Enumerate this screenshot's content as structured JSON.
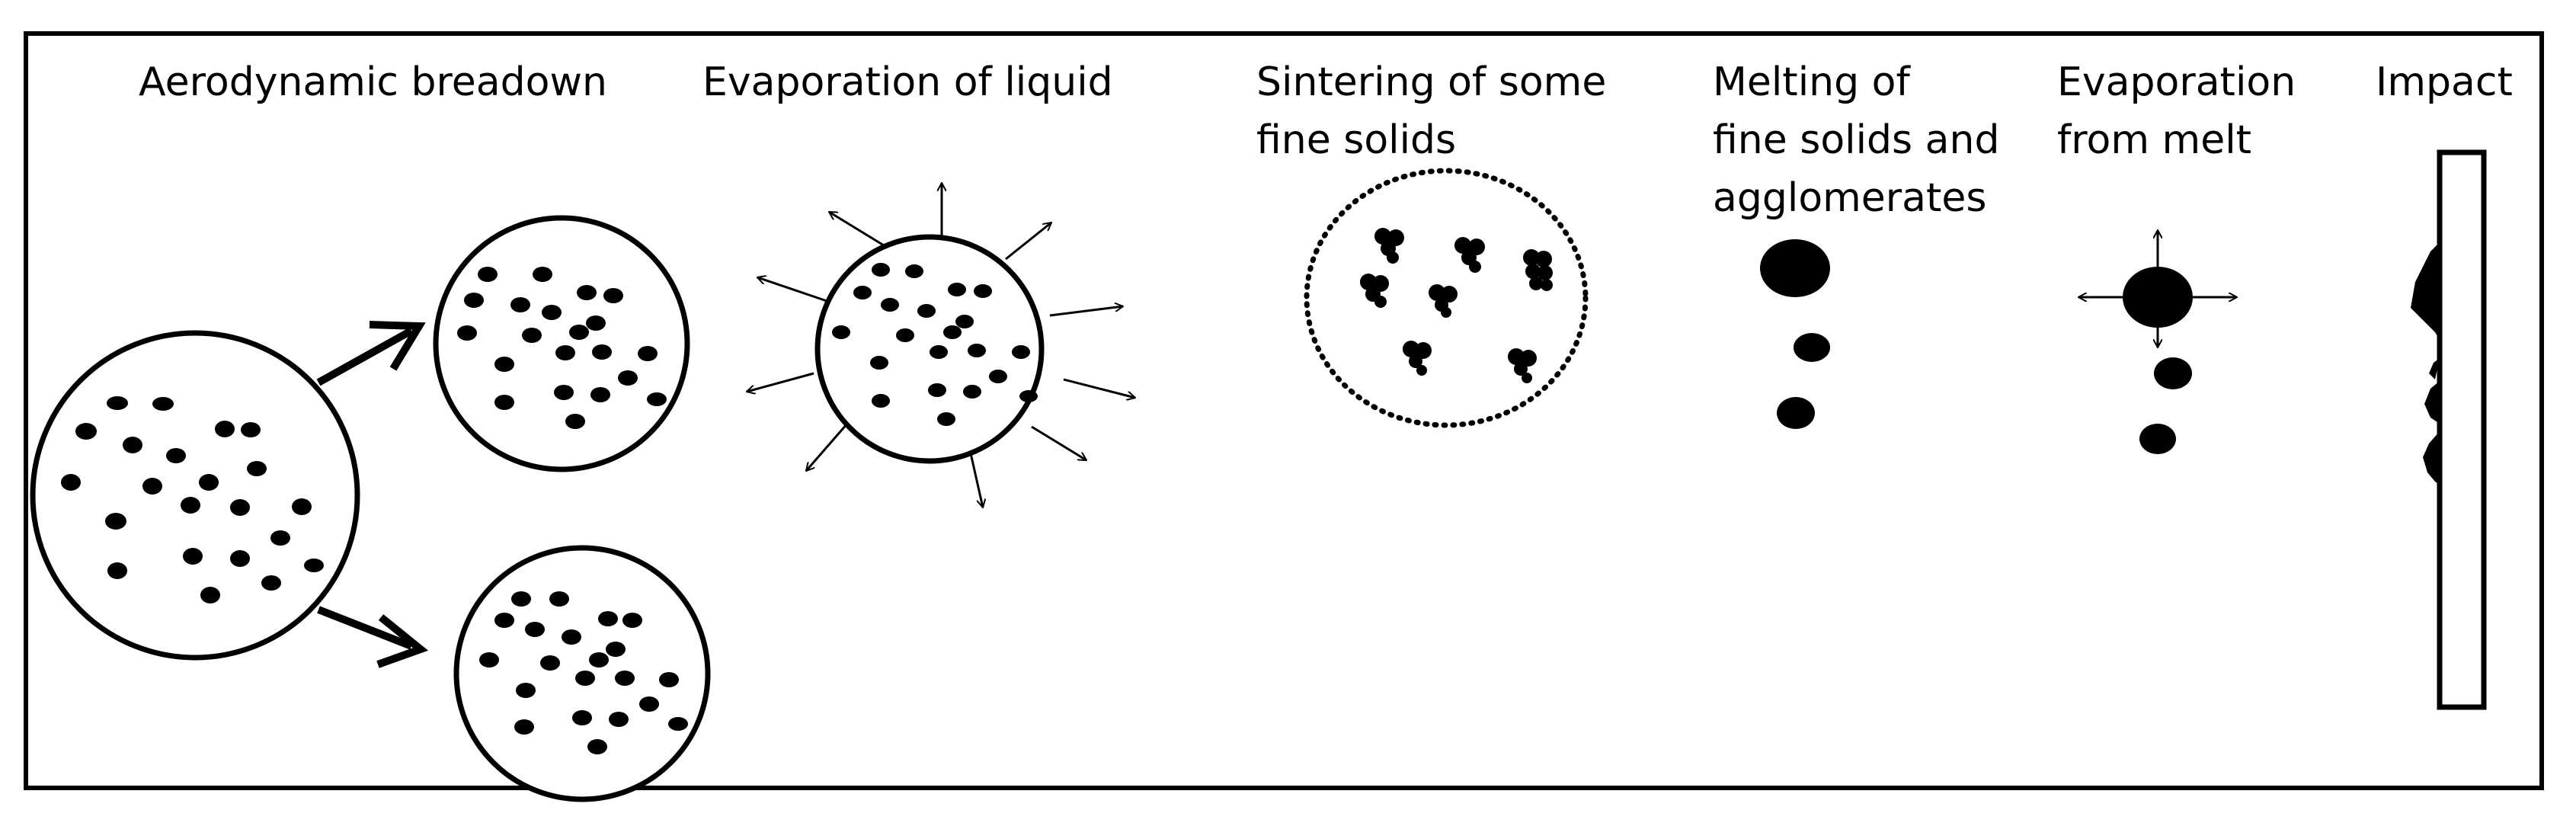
{
  "stages": [
    {
      "id": "aerodynamic",
      "label": "Aerodynamic breadown"
    },
    {
      "id": "evaporation-liquid",
      "label": "Evaporation of liquid"
    },
    {
      "id": "sintering",
      "label": "Sintering of some\nfine solids"
    },
    {
      "id": "melting",
      "label": "Melting of\nfine solids and\nagglomerates"
    },
    {
      "id": "evaporation-melt",
      "label": "Evaporation\nfrom melt"
    },
    {
      "id": "impact",
      "label": "Impact"
    }
  ],
  "colors": {
    "ink": "#000000",
    "background": "#ffffff"
  }
}
